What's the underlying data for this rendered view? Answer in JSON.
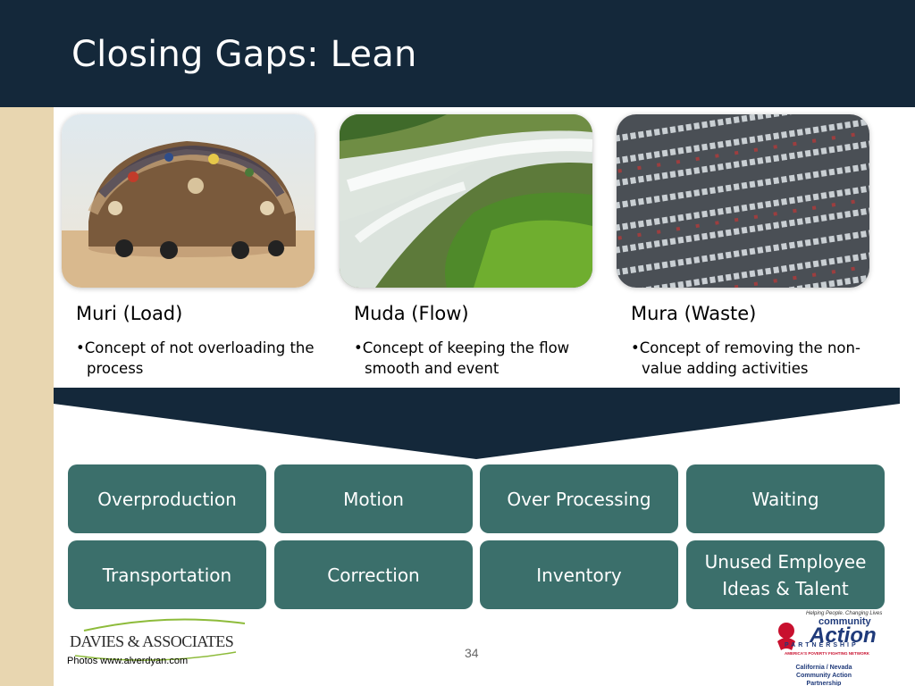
{
  "slide": {
    "title": "Closing Gaps: Lean",
    "page_number": "34"
  },
  "columns": [
    {
      "title": "Muri (Load)",
      "bullet": "Concept of not overloading the process",
      "image": "overloaded-truck-photo"
    },
    {
      "title": "Muda (Flow)",
      "bullet": "Concept of keeping the flow smooth and event",
      "image": "river-flow-photo"
    },
    {
      "title": "Mura (Waste)",
      "bullet": "Concept of removing the non-value adding activities",
      "image": "parked-cars-photo"
    }
  ],
  "wastes": {
    "row1": [
      "Overproduction",
      "Motion",
      "Over Processing",
      "Waiting"
    ],
    "row2": [
      "Transportation",
      "Correction",
      "Inventory",
      "Unused Employee Ideas & Talent"
    ]
  },
  "footer": {
    "company_logo_text": "DAVIES & ASSOCIATES",
    "photo_credit": "Photos www.alverdyan.com",
    "partner_logo": {
      "tagline": "Helping People. Changing Lives",
      "word_community": "community",
      "word_action": "Action",
      "word_partnership": "PARTNERSHIP",
      "network": "AMERICA'S POVERTY FIGHTING NETWORK",
      "region": "California / Nevada Community Action Partnership"
    }
  },
  "colors": {
    "header": "#14283a",
    "waste_box": "#3b6f6b",
    "left_bar": "#e8d6b0"
  }
}
